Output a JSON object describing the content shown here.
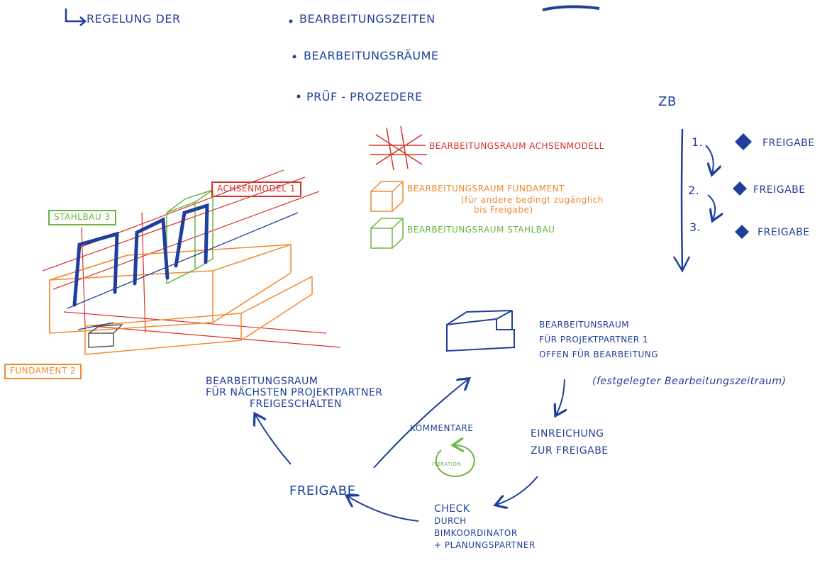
{
  "header": {
    "arrow_text": "REGELUNG   DER",
    "bullets": [
      "BEARBEITUNGSZEITEN",
      "BEARBEITUNGSRÄUME",
      "PRÜF - PROZEDERE"
    ]
  },
  "example_label": "ZB",
  "legend": {
    "rows": [
      {
        "text": "BEARBEITUNGSRAUM  ACHSENMODELL",
        "color": "#d8312a"
      },
      {
        "text": "BEARBEITUNGSRAUM  FUNDAMENT",
        "note_line1": "(für andere bedingt zugänglich",
        "note_line2": "bis Freigabe)",
        "color": "#ee8a2e"
      },
      {
        "text": "BEARBEITUNGSRAUM  STAHLBAU",
        "color": "#6ab543"
      }
    ]
  },
  "steps": [
    {
      "num": "1.",
      "label": "FREIGABE"
    },
    {
      "num": "2.",
      "label": "FREIGABE"
    },
    {
      "num": "3.",
      "label": "FREIGABE"
    }
  ],
  "model_tags": {
    "achsenmodell": "ACHSENMODEL 1",
    "stahlbau": "STAHLBAU 3",
    "fundament": "FUNDAMENT 2"
  },
  "cycle": {
    "room_lines": [
      "BEARBEITUNSRAUM",
      "FÜR PROJEKTPARTNER 1",
      "OFFEN FÜR BEARBEITUNG"
    ],
    "room_note": "(festgelegter Bearbeitungszeitraum)",
    "submit_lines": [
      "EINREICHUNG",
      "ZUR FREIGABE"
    ],
    "check_lines": [
      "CHECK",
      "DURCH",
      "BIMKOORDINATOR",
      "+ PLANUNGSPARTNER"
    ],
    "release": "FREIGABE",
    "next_lines": [
      "BEARBEITUNGSRAUM",
      "FÜR NÄCHSTEN PROJEKTPARTNER",
      "FREIGESCHALTEN"
    ],
    "comments": "KOMMENTARE",
    "iteration": "ITERATION"
  },
  "colors": {
    "blue": "#1f3f9a",
    "red": "#d8312a",
    "orange": "#ee8a2e",
    "green": "#6ab543"
  }
}
